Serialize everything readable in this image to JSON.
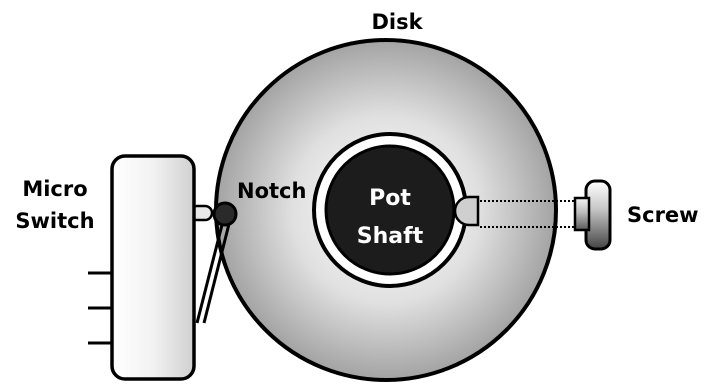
{
  "labels": {
    "disk": "Disk",
    "micro_switch_line1": "Micro",
    "micro_switch_line2": "Switch",
    "notch": "Notch",
    "pot_shaft_line1": "Pot",
    "pot_shaft_line2": "Shaft",
    "screw": "Screw"
  },
  "colors": {
    "disk_center": "#ffffff",
    "disk_edge": "#9a9a9a",
    "shaft_fill": "#1c1c1c",
    "switch_fill": "#e6e6e6",
    "screw_fill": "#8a8a8a",
    "outline": "#000000"
  },
  "icons": {
    "disk": "disk-circle",
    "shaft": "pot-shaft-circle",
    "switch": "micro-switch-body",
    "screw": "screw-head"
  }
}
